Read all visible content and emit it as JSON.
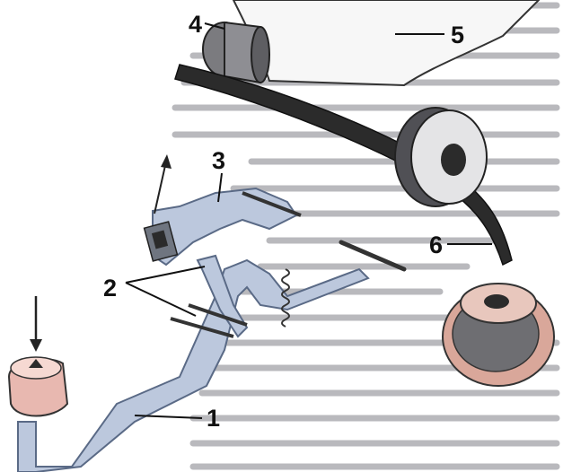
{
  "callouts": {
    "label_1": "1",
    "label_2": "2",
    "label_3": "3",
    "label_4": "4",
    "label_5": "5",
    "label_6": "6"
  },
  "colors": {
    "metal_fill": "#bcc8dd",
    "metal_outline": "#5a6a86",
    "ribbon": "#2b2b2b",
    "spool_rim": "#d9a79a",
    "key_cap": "#e8b8b0"
  }
}
